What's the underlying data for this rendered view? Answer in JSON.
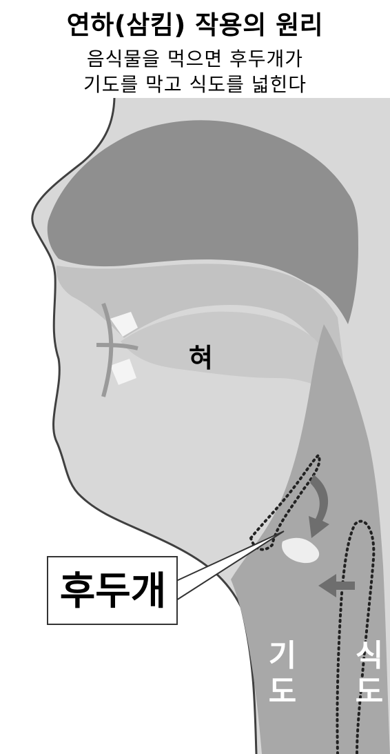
{
  "title": "연하(삼킴) 작용의 원리",
  "subtitle_line1": "음식물을  먹으면  후두개가",
  "subtitle_line2": "기도를  막고  식도를  넓힌다",
  "labels": {
    "tongue": "혀",
    "epiglottis": "후두개",
    "airway_1": "기",
    "airway_2": "도",
    "esophagus_1": "식",
    "esophagus_2": "도"
  },
  "colors": {
    "background": "#ffffff",
    "face_fill": "#d8d8d8",
    "nasal_cavity": "#909090",
    "throat": "#a6a6a6",
    "palate": "#b8b8b8",
    "outline": "#404040",
    "arrow": "#6e6e6e"
  }
}
